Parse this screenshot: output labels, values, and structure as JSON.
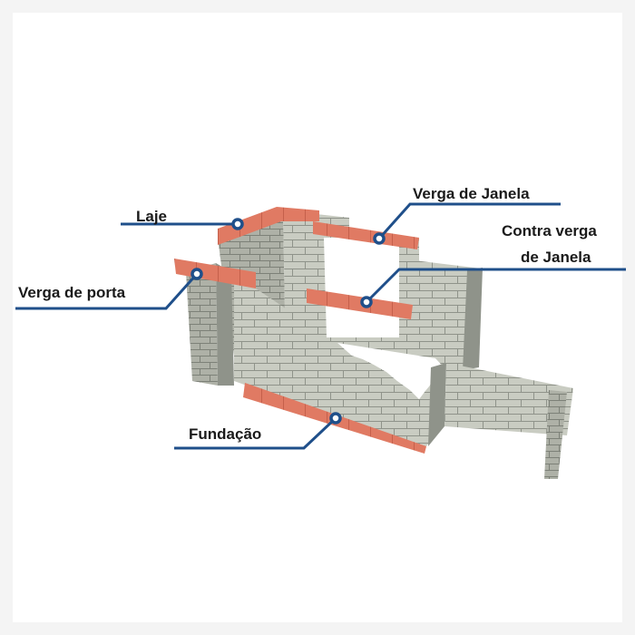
{
  "labels": {
    "laje": "Laje",
    "verga_janela": "Verga de Janela",
    "contra_verga_line1": "Contra verga",
    "contra_verga_line2": "de Janela",
    "verga_porta": "Verga de porta",
    "fundacao": "Fundação"
  },
  "colors": {
    "block": "#c9ccc2",
    "block_shadow": "#8f938a",
    "beam": "#e07a63",
    "leader": "#1f4f8a"
  }
}
